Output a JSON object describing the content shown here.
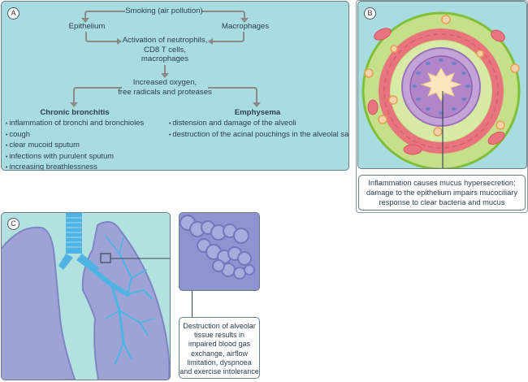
{
  "panel_a": {
    "badge": "A",
    "smoking": "Smoking (air pollution)",
    "epithelium": "Epithelium",
    "macrophages": "Macrophages",
    "activation_lines": [
      "Activation of neutrophils,",
      "CD8 T cells,",
      "macrophages"
    ],
    "increased_lines": [
      "Increased oxygen,",
      "free radicals and proteases"
    ],
    "chronic_bronchitis": {
      "title": "Chronic bronchitis",
      "items": [
        "inflammation of bronchi and bronchioles",
        "cough",
        "clear mucoid sputum",
        "infections with purulent sputum",
        "increasing breathlessness"
      ]
    },
    "emphysema": {
      "title": "Emphysema",
      "items": [
        "distension and damage of the alveoli",
        "destruction of the acinal pouchings in the alveolal sacs"
      ]
    }
  },
  "panel_b": {
    "badge": "B",
    "callout_lines": [
      "Inflammation causes mucus hypersecretion;",
      "damage to the epithelium impairs mucociliary",
      "response to clear bacteria and mucus"
    ]
  },
  "panel_c": {
    "badge": "C",
    "callout_lines": [
      "Destruction of alveolar",
      "tissue results in",
      "impaired blood gas",
      "exchange, airflow",
      "limitation, dyspnoea",
      "and exercise intolerance"
    ]
  },
  "colors": {
    "panel_bg": "#a9dce0",
    "arrow": "#8a8a8a",
    "lung": "#9ea3d6",
    "airway": "#4fb3e3",
    "green_ring": "#c6e08a",
    "red_muscle": "#e8757e",
    "epithelium": "#b993cc",
    "lumen": "#fbe5bd"
  }
}
